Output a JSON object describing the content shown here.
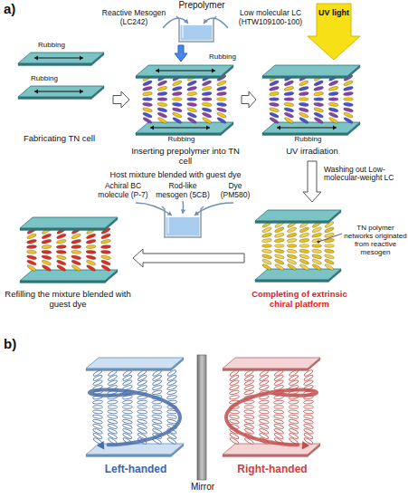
{
  "diagram": {
    "nodes": [
      {
        "text": [
          "Prepolymer",
          "Reactive Mesogen (LC242)",
          "Low molecular LC (HTW109100-100)"
        ]
      },
      {
        "text": [
          "Fabricating TN cell"
        ]
      },
      {
        "text": [
          "Inserting prepolymer into TN cell"
        ]
      },
      {
        "text": [
          "UV irradiation"
        ]
      },
      {
        "text": [
          "Host mixture blended with guest dye",
          "Achiral BC molecule (P-7)",
          "Rod-like mesogen (5CB)",
          "Dye (PM580)"
        ]
      },
      {
        "text": [
          "Refilling the mixture blended with guest dye"
        ]
      },
      {
        "text": [
          "Completing of extrinsic chiral platform"
        ]
      }
    ],
    "edges": [
      {
        "from": 1,
        "to": 2,
        "arrow": "to"
      },
      {
        "from": 0,
        "to": 2,
        "arrow": "to"
      },
      {
        "from": 2,
        "to": 3,
        "arrow": "to"
      },
      {
        "from": 3,
        "to": 6,
        "label": "Washing out Low-molecular-weight LC",
        "arrow": "to"
      },
      {
        "from": 6,
        "to": 5,
        "arrow": "to"
      }
    ],
    "labels": [
      "a)",
      "Rubbing",
      "Rubbing",
      "Rubbing",
      "Rubbing",
      "Rubbing",
      "UV light",
      "TN polymer networks originated from reactive mesogen",
      "b)",
      "Left-handed",
      "Right-handed",
      "Mirror"
    ]
  }
}
